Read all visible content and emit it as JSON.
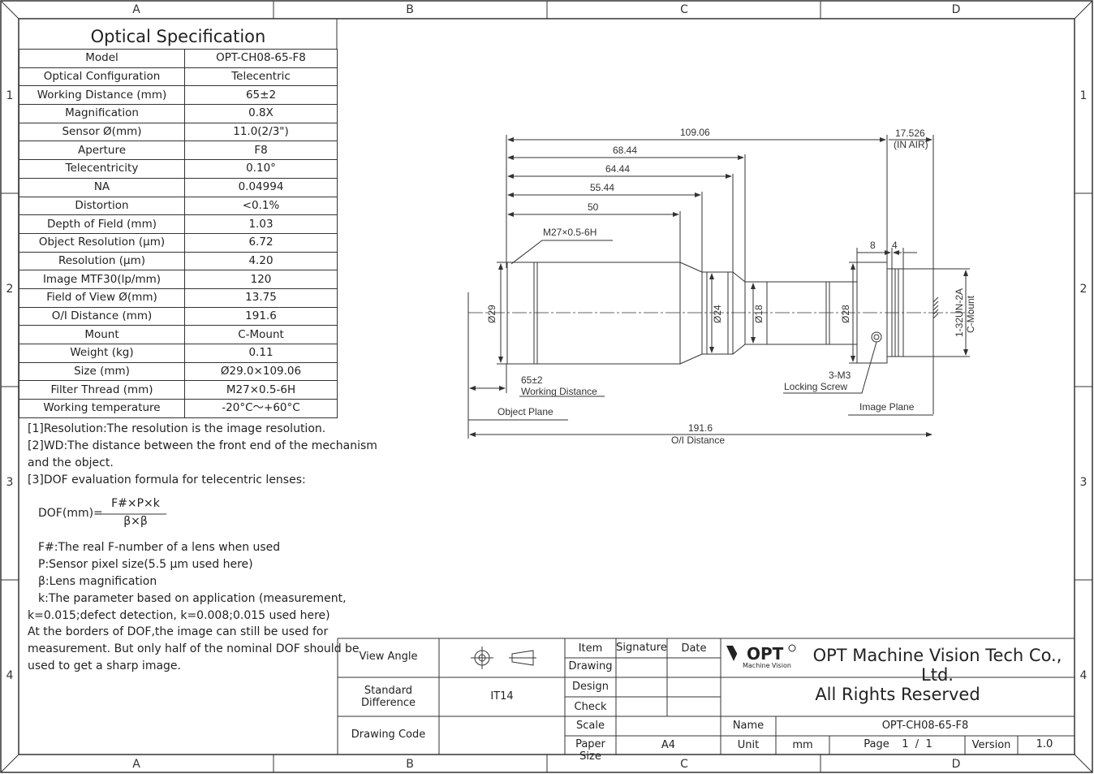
{
  "zones": {
    "columns": [
      "A",
      "B",
      "C",
      "D"
    ],
    "rows": [
      "1",
      "2",
      "3",
      "4"
    ]
  },
  "spec": {
    "title": "Optical Specification",
    "rows": [
      {
        "k": "Model",
        "v": "OPT-CH08-65-F8"
      },
      {
        "k": "Optical Configuration",
        "v": "Telecentric"
      },
      {
        "k": "Working Distance (mm)",
        "v": "65±2"
      },
      {
        "k": "Magnification",
        "v": "0.8X"
      },
      {
        "k": "Sensor Ø(mm)",
        "v": "11.0(2/3\")"
      },
      {
        "k": "Aperture",
        "v": "F8"
      },
      {
        "k": "Telecentricity",
        "v": "0.10°"
      },
      {
        "k": "NA",
        "v": "0.04994"
      },
      {
        "k": "Distortion",
        "v": "<0.1%"
      },
      {
        "k": "Depth of Field (mm)",
        "v": "1.03"
      },
      {
        "k": "Object Resolution (μm)",
        "v": "6.72"
      },
      {
        "k": "Resolution (μm)",
        "v": "4.20"
      },
      {
        "k": "Image MTF30(lp/mm)",
        "v": "120"
      },
      {
        "k": "Field of View Ø(mm)",
        "v": "13.75"
      },
      {
        "k": "O/I Distance (mm)",
        "v": "191.6"
      },
      {
        "k": "Mount",
        "v": "C-Mount"
      },
      {
        "k": "Weight (kg)",
        "v": "0.11"
      },
      {
        "k": "Size (mm)",
        "v": "Ø29.0×109.06"
      },
      {
        "k": "Filter Thread (mm)",
        "v": "M27×0.5-6H"
      },
      {
        "k": "Working temperature",
        "v": "-20°C～+60°C"
      }
    ]
  },
  "notes": {
    "n1": "[1]Resolution:The resolution is the image resolution.",
    "n2a": "[2]WD:The distance between the front end of the mechanism",
    "n2b": "and the object.",
    "n3": "[3]DOF evaluation formula for telecentric lenses:",
    "formula_lhs": "DOF(mm)=",
    "formula_num": "F#×P×k",
    "formula_den": "β×β",
    "f_def": "F#:The real F-number of a lens when used",
    "p_def": "P:Sensor pixel size(5.5 μm used here)",
    "b_def": "β:Lens magnification",
    "k_def_a": "k:The parameter based on application (measurement,",
    "k_def_b": "k=0.015;defect detection, k=0.008;0.015 used here)",
    "tail_a": "At the borders of DOF,the image can still be used for",
    "tail_b": "measurement. But only half of the nominal DOF should be",
    "tail_c": "used to get a sharp image."
  },
  "drawing": {
    "d_total": "109.06",
    "d_air": "17.526",
    "d_air_note": "(IN AIR)",
    "d1": "68.44",
    "d2": "64.44",
    "d3": "55.44",
    "d4": "50",
    "thread": "M27×0.5-6H",
    "d8": "8",
    "d4b": "4",
    "dia29": "Ø29",
    "dia24": "Ø24",
    "dia18": "Ø18",
    "dia28": "Ø28",
    "mount_thread": "1-32UN-2A",
    "mount_name": "C-Mount",
    "wd_val": "65±2",
    "wd_label": "Working Distance",
    "screw_a": "3-M3",
    "screw_b": "Locking Screw",
    "object_plane": "Object Plane",
    "image_plane": "Image Plane",
    "oi_val": "191.6",
    "oi_label": "O/I Distance"
  },
  "titleblock": {
    "view_angle": "View Angle",
    "std_diff_a": "Standard",
    "std_diff_b": "Difference",
    "std_val": "IT14",
    "drawing_code": "Drawing Code",
    "item": "Item",
    "signature": "Signature",
    "date": "Date",
    "drawing": "Drawing",
    "design": "Design",
    "check": "Check",
    "scale": "Scale",
    "paper_size": "Paper Size",
    "paper_val": "A4",
    "logo_text": "OPT",
    "logo_sub": "Machine Vision",
    "company": "OPT Machine Vision Tech Co., Ltd.",
    "rights": "All Rights Reserved",
    "name_label": "Name",
    "name_val": "OPT-CH08-65-F8",
    "unit_label": "Unit",
    "unit_val": "mm",
    "page_label": "Page",
    "page_val": "1  /  1",
    "version_label": "Version",
    "version_val": "1.0"
  }
}
